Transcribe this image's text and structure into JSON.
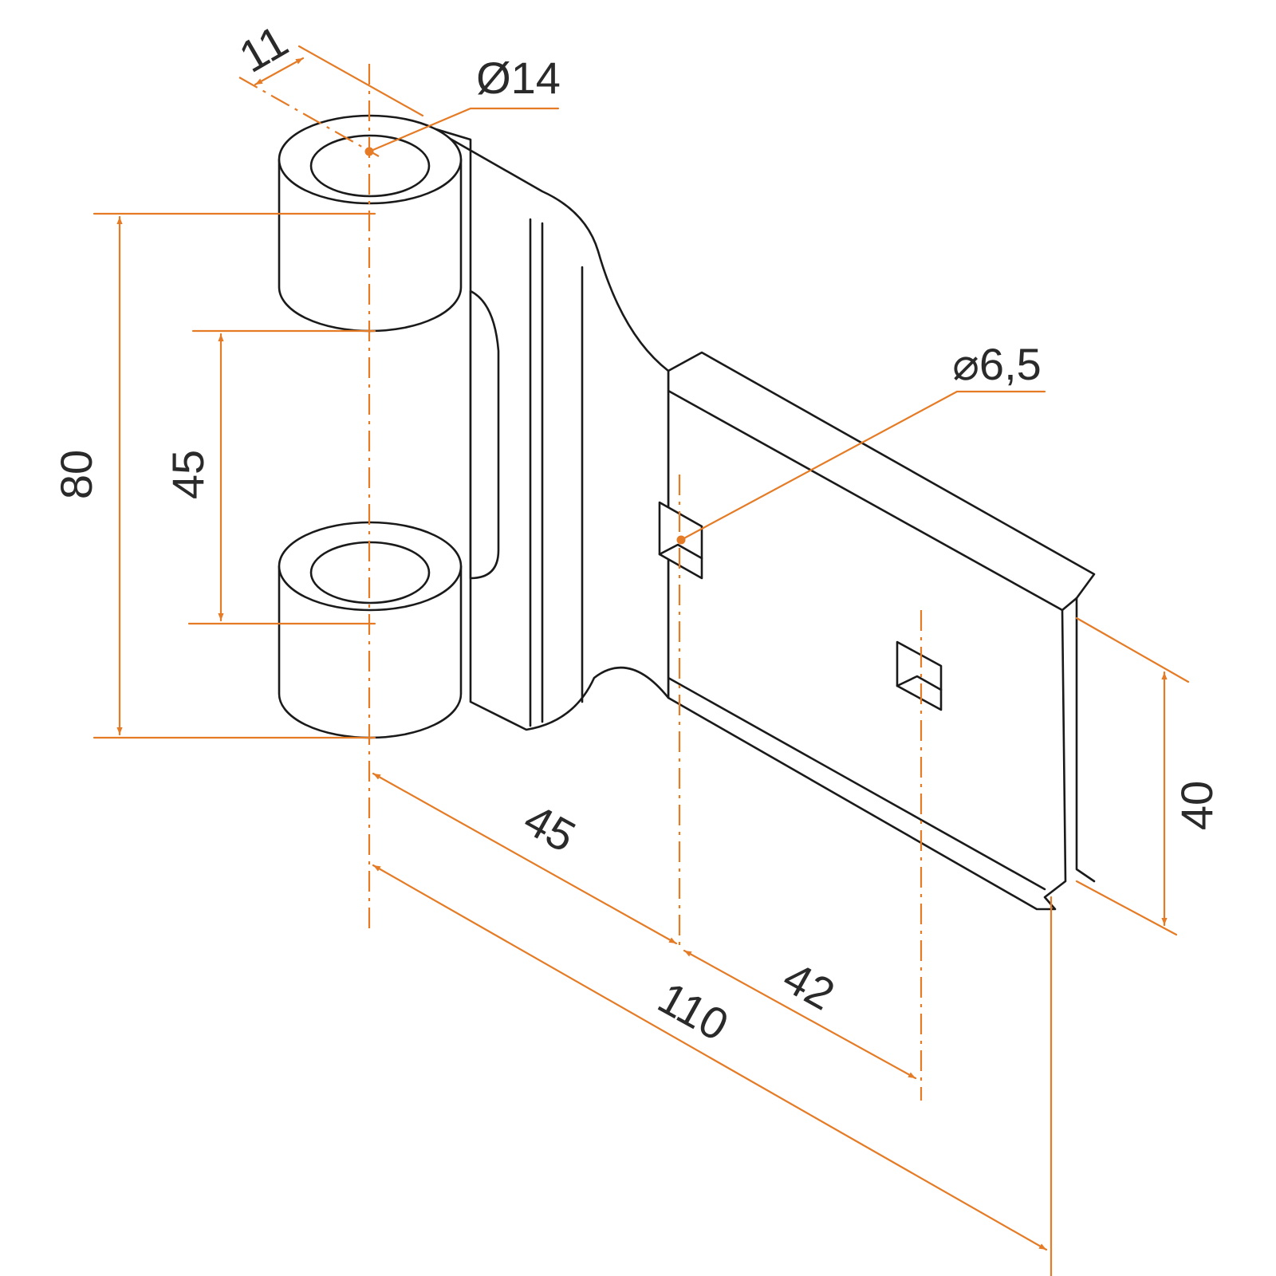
{
  "colors": {
    "dimension": "#e57b25",
    "outline": "#1a1a1a",
    "background": "#ffffff"
  },
  "dimensions": {
    "wall": "11",
    "pin_diameter": "Ø14",
    "hole_diameter": "⌀6,5",
    "height_total": "80",
    "gap": "45",
    "hole_offset": "45",
    "hole_spacing": "42",
    "length": "110",
    "plate_width": "40"
  }
}
